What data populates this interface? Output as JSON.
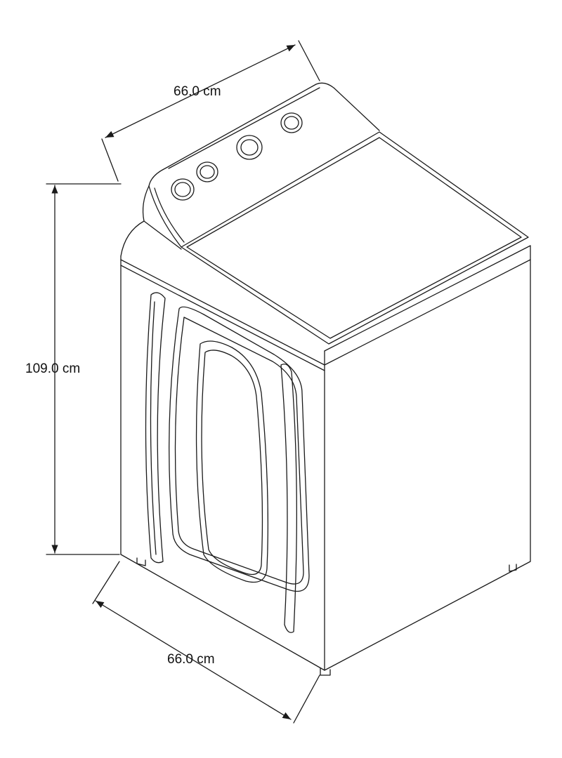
{
  "dimensions": {
    "depth_label": "66.0 cm",
    "height_label": "109.0 cm",
    "width_label": "66.0 cm"
  },
  "colors": {
    "line": "#1a1a1a",
    "background": "#ffffff"
  }
}
